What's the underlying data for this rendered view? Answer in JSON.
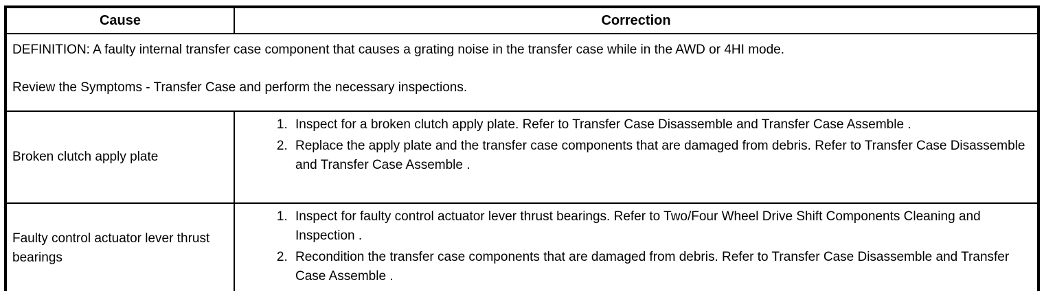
{
  "colors": {
    "border": "#000000",
    "background": "#ffffff",
    "text": "#000000"
  },
  "table": {
    "headers": {
      "cause": "Cause",
      "correction": "Correction"
    },
    "definition_row": {
      "line1": "DEFINITION: A faulty internal transfer case component that causes a grating noise in the transfer case while in the AWD or 4HI mode.",
      "line2": "Review the Symptoms - Transfer Case and perform the necessary inspections."
    },
    "rows": [
      {
        "cause": "Broken clutch apply plate",
        "corrections": [
          "Inspect for a broken clutch apply plate. Refer to Transfer Case Disassemble and Transfer Case Assemble .",
          "Replace the apply plate and the transfer case components that are damaged from debris. Refer to Transfer Case Disassemble and Transfer Case Assemble ."
        ]
      },
      {
        "cause": "Faulty control actuator lever thrust bearings",
        "corrections": [
          "Inspect for faulty control actuator lever thrust bearings. Refer to Two/Four Wheel Drive Shift Components Cleaning and Inspection .",
          "Recondition the transfer case components that are damaged from debris. Refer to Transfer Case Disassemble and Transfer Case Assemble ."
        ]
      }
    ]
  }
}
